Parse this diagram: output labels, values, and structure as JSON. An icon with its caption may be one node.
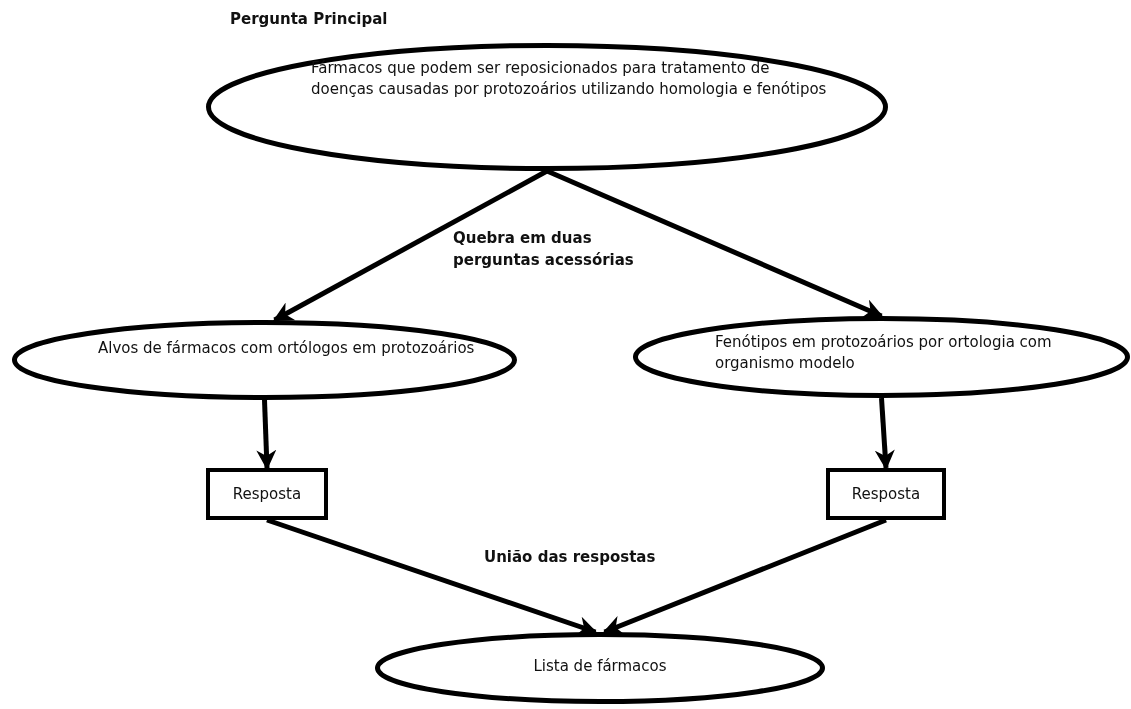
{
  "diagram": {
    "nodes": [
      {
        "text": [
          "Pergunta Principal",
          "Fármacos que podem ser reposicionados para tratamento de doenças causadas por protozoários utilizando homologia e fenótipos"
        ]
      },
      {
        "text": [
          "Alvos de fármacos com ortólogos em protozoários"
        ]
      },
      {
        "text": [
          "Fenótipos em protozoários por ortologia com organismo modelo"
        ]
      },
      {
        "text": [
          "Resposta"
        ]
      },
      {
        "text": [
          "Resposta"
        ]
      },
      {
        "text": [
          "Lista de fármacos"
        ]
      }
    ],
    "edges": [
      {
        "from": 0,
        "to": 1,
        "arrow": "to"
      },
      {
        "from": 0,
        "to": 2,
        "arrow": "to"
      },
      {
        "from": 1,
        "to": 3,
        "arrow": "to"
      },
      {
        "from": 2,
        "to": 4,
        "arrow": "to"
      },
      {
        "from": 3,
        "to": 5,
        "arrow": "to"
      },
      {
        "from": 4,
        "to": 5,
        "arrow": "to"
      }
    ],
    "labels": [
      "Quebra em duas perguntas acessórias",
      "União das respostas"
    ]
  }
}
